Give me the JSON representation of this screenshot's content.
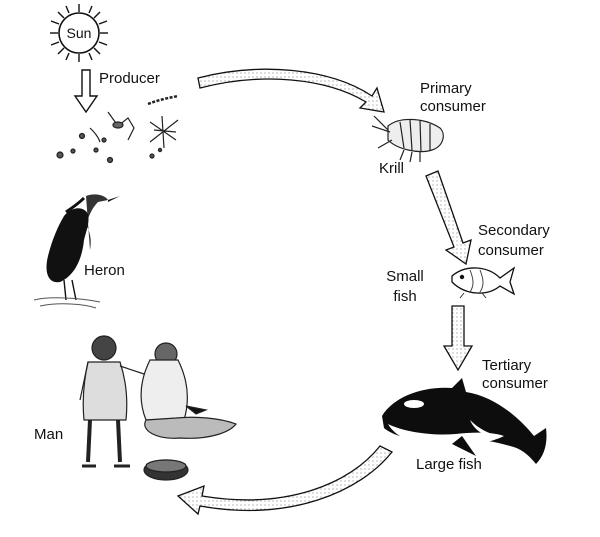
{
  "diagram": {
    "sun": "Sun",
    "producer": "Producer",
    "primary_consumer": [
      "Primary",
      "consumer"
    ],
    "krill": "Krill",
    "secondary_consumer": [
      "Secondary",
      "consumer"
    ],
    "small_fish": [
      "Small",
      "fish"
    ],
    "tertiary_consumer": [
      "Tertiary",
      "consumer"
    ],
    "large_fish": "Large fish",
    "heron": "Heron",
    "man": "Man"
  },
  "colors": {
    "ink": "#111111",
    "arrow_fill": "#d8d8d8",
    "orca_black": "#0d0d0d"
  }
}
